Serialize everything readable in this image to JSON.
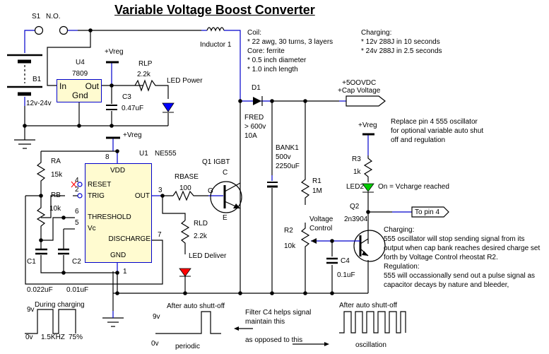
{
  "title": "Variable Voltage Boost Converter",
  "colors": {
    "wire": "#000000",
    "pin_wire": "#0000cc",
    "ic_fill": "#fffbd0",
    "led_power": "#0000ff",
    "led_deliver": "#ff0000",
    "led2": "#00cc00",
    "nc_mark": "#ff0000"
  },
  "components": {
    "switch": {
      "ref": "S1",
      "type": "N.O."
    },
    "battery": {
      "ref": "B1",
      "value": "12v-24v"
    },
    "regulator": {
      "ref": "U4",
      "part": "7809",
      "pin_in": "In",
      "pin_out": "Out",
      "pin_gnd": "Gnd"
    },
    "c3": {
      "ref": "C3",
      "value": "0.47uF"
    },
    "rlp": {
      "ref": "RLP",
      "value": "2.2k"
    },
    "led_power": {
      "label": "LED Power"
    },
    "inductor": {
      "label": "Inductor 1"
    },
    "timer": {
      "ref": "U1",
      "part": "NE555",
      "pins": {
        "vdd": "VDD",
        "reset": "RESET",
        "trig": "TRIG",
        "threshold": "THRESHOLD",
        "vc": "Vc",
        "out": "OUT",
        "discharge": "DISCHARGE",
        "gnd": "GND"
      },
      "pin_numbers": {
        "vdd": "8",
        "reset": "4",
        "trig": "2",
        "threshold": "6",
        "vc": "5",
        "out": "3",
        "discharge": "7",
        "gnd": "1"
      }
    },
    "ra": {
      "ref": "RA",
      "value": "15k"
    },
    "rb": {
      "ref": "RB",
      "value": "10k"
    },
    "c1": {
      "ref": "C1",
      "value": "0.022uF"
    },
    "c2": {
      "ref": "C2",
      "value": "0.01uF"
    },
    "rbase": {
      "ref": "RBASE",
      "value": "100"
    },
    "rld": {
      "ref": "RLD",
      "value": "2.2k"
    },
    "led_deliver": {
      "label": "LED Deliver"
    },
    "q1": {
      "ref": "Q1 IGBT",
      "c": "C",
      "g": "G",
      "e": "E"
    },
    "d1": {
      "ref": "D1",
      "lines": [
        "FRED",
        "> 600v",
        "10A"
      ]
    },
    "bank1": {
      "ref": "BANK1",
      "lines": [
        "500v",
        "2250uF"
      ]
    },
    "r1": {
      "ref": "R1",
      "value": "1M"
    },
    "r2": {
      "ref": "R2",
      "value": "10k",
      "label_lines": [
        "Voltage",
        "Control"
      ]
    },
    "c4": {
      "ref": "C4",
      "value": "0.1uF"
    },
    "r3": {
      "ref": "R3",
      "value": "1k"
    },
    "led2": {
      "ref": "LED2",
      "note": "On = Vcharge reached"
    },
    "q2": {
      "ref": "Q2",
      "part": "2n3904"
    },
    "vreg_label": "+Vreg",
    "cap_port": {
      "lines": [
        "+5OOVDC",
        "+Cap Voltage"
      ]
    },
    "pin4_port": {
      "label": "To pin 4"
    }
  },
  "notes": {
    "coil": [
      "Coil:",
      "* 22 awg, 30 turns, 3 layers",
      "Core: ferrite",
      "* 0.5 inch diameter",
      "* 1.0 inch length"
    ],
    "charging_time": [
      "Charging:",
      "* 12v 288J in 10 seconds",
      "* 24v 288J in 2.5 seconds"
    ],
    "replace_pin4": [
      "Replace pin 4 555 oscillator",
      "for optional variable auto shut",
      "off and regulation"
    ],
    "operation": [
      "Charging:",
      "555 oscillator will stop sending signal from its",
      "output when cap bank reaches desired charge set",
      "forth by Voltage Control rheostat R2.",
      "Regulation:",
      "555 will occassionally send out a pulse signal as",
      "capacitor decays by nature and bleeder,"
    ],
    "filter": [
      "Filter C4 helps signal",
      "maintain this"
    ],
    "opposed": "as opposed to this"
  },
  "waveforms": {
    "charging": {
      "title": "During charging",
      "high": "9v",
      "low": "0v",
      "freq": "1.5KHZ",
      "duty": "75%"
    },
    "periodic": {
      "title": "After auto shutt-off",
      "high": "9v",
      "low": "0v",
      "caption": "periodic"
    },
    "oscillation": {
      "title": "After auto shutt-off",
      "caption": "oscillation"
    }
  }
}
